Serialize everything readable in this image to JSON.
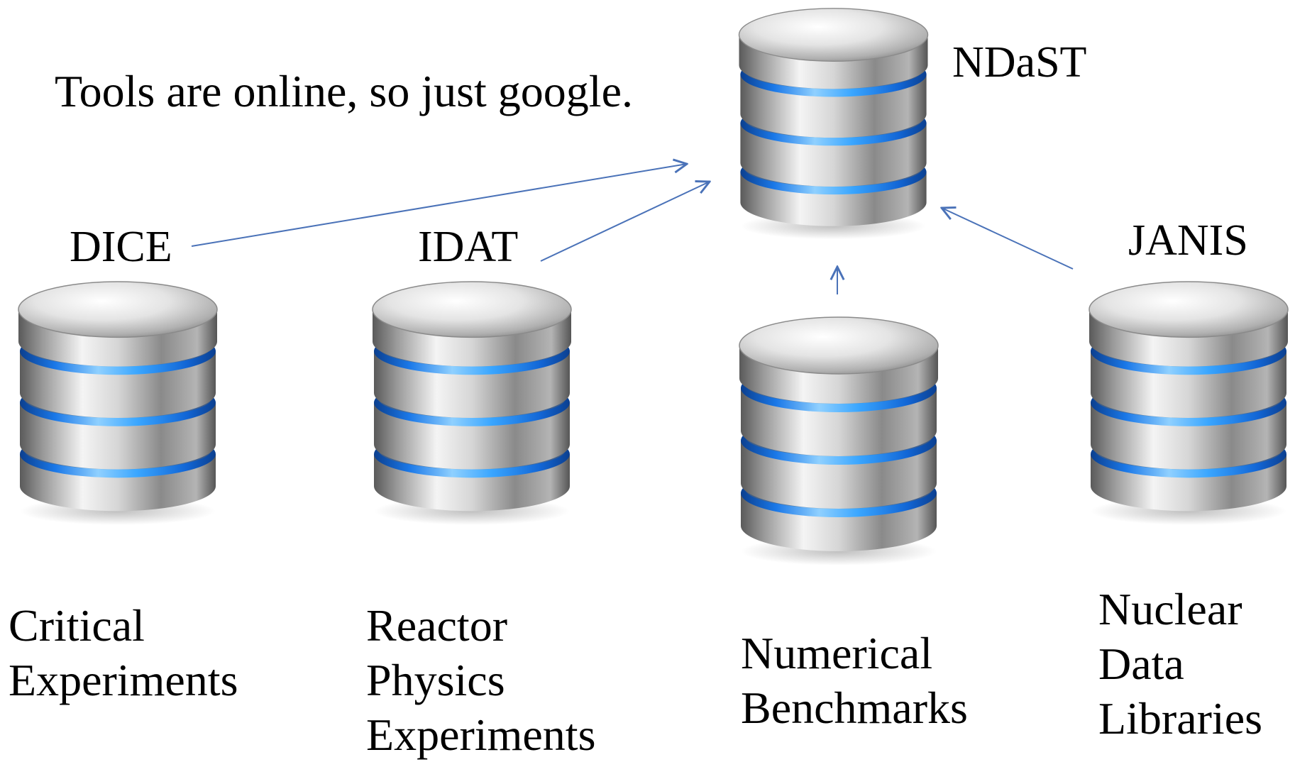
{
  "headline": "Tools are online, so just google.",
  "tools": {
    "ndast": "NDaST",
    "dice": "DICE",
    "idat": "IDAT",
    "janis": "JANIS"
  },
  "databases": {
    "critical": [
      "Critical",
      "Experiments"
    ],
    "reactor": [
      "Reactor",
      "Physics",
      "Experiments"
    ],
    "numerical": [
      "Numerical",
      "Benchmarks"
    ],
    "nuclear": [
      "Nuclear",
      "Data",
      "Libraries"
    ]
  },
  "colors": {
    "arrow": "#4A72B8",
    "glow": "#1E90FF",
    "text": "#000000"
  }
}
